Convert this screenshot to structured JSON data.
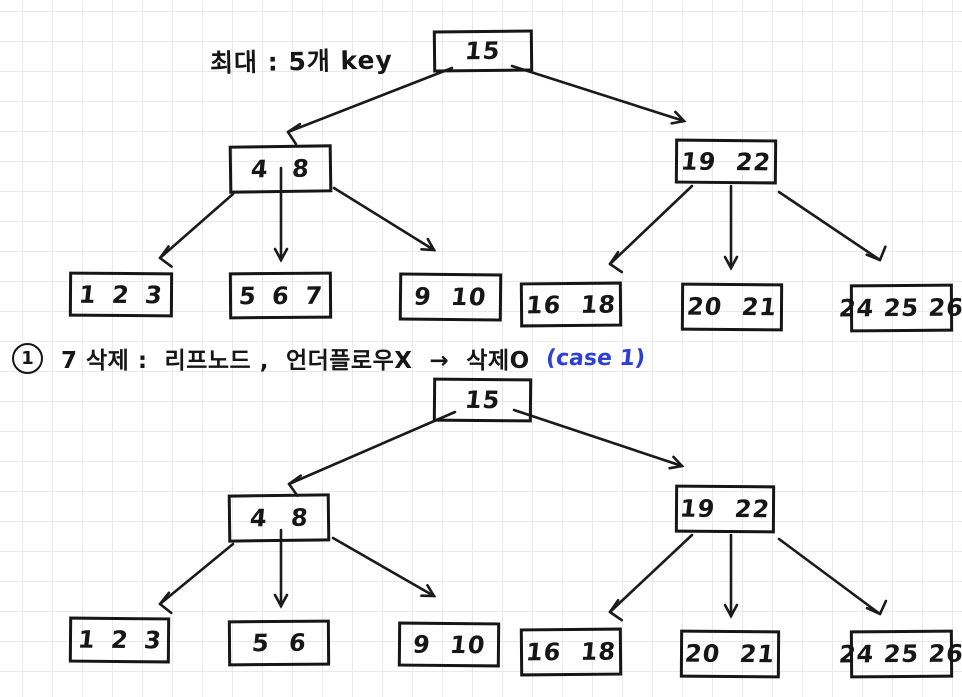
{
  "annotations": {
    "max_keys_note": "최대 : 5개 key",
    "step_number": "1",
    "step_text": "7 삭제 :  리프노드 ,  언더플로우X  →  삭제O",
    "case_label": "(case 1)"
  },
  "colors": {
    "ink": "#1a1a1a",
    "case_blue": "#2e3fd4",
    "grid": "#e9e9ec"
  },
  "tree_before": {
    "root": "15",
    "internal": [
      "4 8",
      "19 22"
    ],
    "leaves": [
      "1 2 3",
      "5 6 7",
      "9 10",
      "16 18",
      "20 21",
      "24 25 26"
    ]
  },
  "tree_after": {
    "root": "15",
    "internal": [
      "4 8",
      "19 22"
    ],
    "leaves": [
      "1 2 3",
      "5 6",
      "9 10",
      "16 18",
      "20 21",
      "24 25 26"
    ]
  }
}
